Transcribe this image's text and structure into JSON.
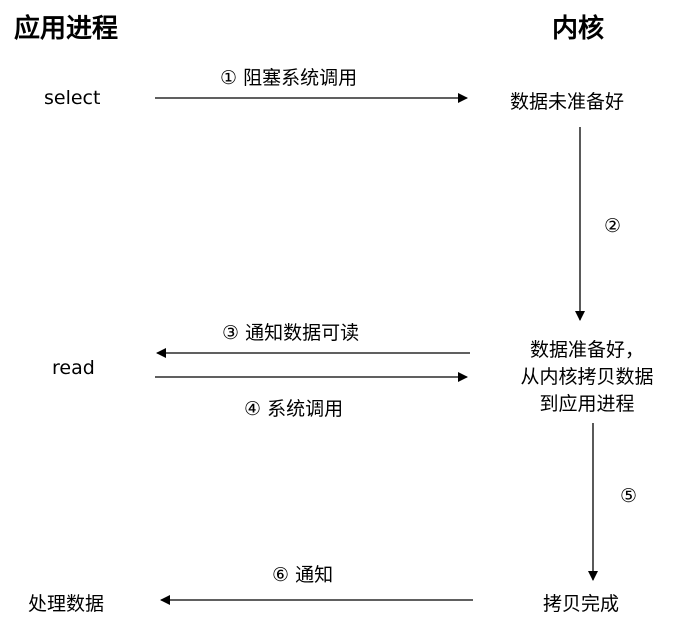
{
  "headers": {
    "app": "应用进程",
    "kernel": "内核"
  },
  "nodes": {
    "select": "select",
    "not_ready": "数据未准备好",
    "read": "read",
    "ready_line1": "数据准备好，",
    "ready_line2": "从内核拷贝数据",
    "ready_line3": "到应用进程",
    "process": "处理数据",
    "copy_done": "拷贝完成"
  },
  "steps": {
    "s1": "① 阻塞系统调用",
    "s2": "②",
    "s3": "③ 通知数据可读",
    "s4": "④ 系统调用",
    "s5": "⑤",
    "s6": "⑥ 通知"
  },
  "colors": {
    "line": "#000000",
    "background": "#ffffff"
  }
}
